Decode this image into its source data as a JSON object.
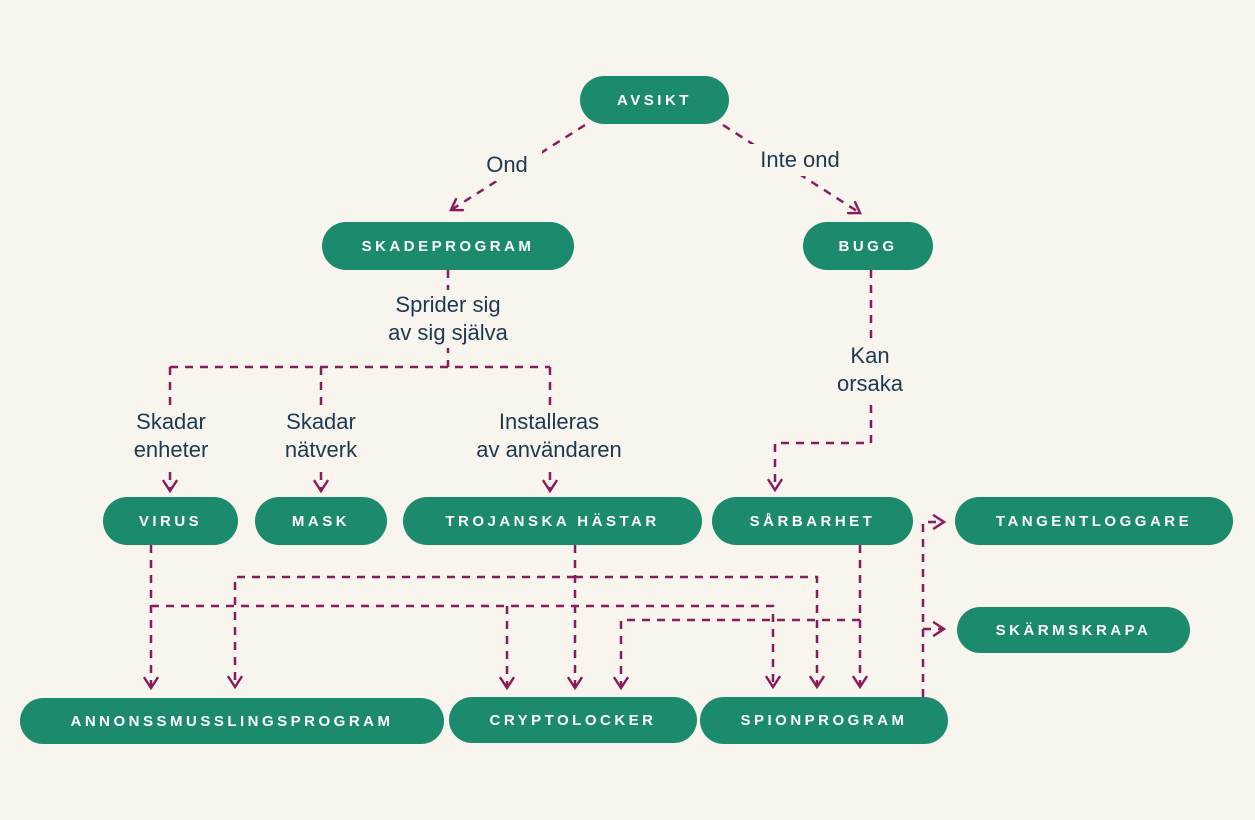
{
  "diagram": {
    "language": "sv",
    "type": "flowchart",
    "colors": {
      "background": "#f8f5ee",
      "node_fill": "#1c8a6c",
      "node_text": "#ffffff",
      "connector": "#8a1c5c",
      "label_text": "#1d3850"
    }
  },
  "nodes": {
    "avsikt": "AVSIKT",
    "skadeprogram": "SKADEPROGRAM",
    "bugg": "BUGG",
    "virus": "VIRUS",
    "mask": "MASK",
    "trojanska_hastar": "TROJANSKA HÄSTAR",
    "sarbarhet": "SÅRBARHET",
    "tangentloggare": "TANGENTLOGGARE",
    "skarmskrapa": "SKÄRMSKRAPA",
    "annonssmusslingsprogram": "ANNONSSMUSSLINGSPROGRAM",
    "cryptolocker": "CRYPTOLOCKER",
    "spionprogram": "SPIONPROGRAM"
  },
  "edge_labels": {
    "ond": "Ond",
    "inte_ond": "Inte ond",
    "sprider_line1": "Sprider sig",
    "sprider_line2": "av sig själva",
    "skadar_enheter_line1": "Skadar",
    "skadar_enheter_line2": "enheter",
    "skadar_natverk_line1": "Skadar",
    "skadar_natverk_line2": "nätverk",
    "installeras_line1": "Installeras",
    "installeras_line2": "av användaren",
    "kan_orsaka_line1": "Kan",
    "kan_orsaka_line2": "orsaka"
  },
  "edges": [
    {
      "from": "AVSIKT",
      "to": "SKADEPROGRAM",
      "label": "Ond"
    },
    {
      "from": "AVSIKT",
      "to": "BUGG",
      "label": "Inte ond"
    },
    {
      "from": "SKADEPROGRAM",
      "to": "VIRUS",
      "label": "Sprider sig av sig själva / Skadar enheter"
    },
    {
      "from": "SKADEPROGRAM",
      "to": "MASK",
      "label": "Sprider sig av sig själva / Skadar nätverk"
    },
    {
      "from": "SKADEPROGRAM",
      "to": "TROJANSKA HÄSTAR",
      "label": "Sprider sig av sig själva / Installeras av användaren"
    },
    {
      "from": "BUGG",
      "to": "SÅRBARHET",
      "label": "Kan orsaka"
    },
    {
      "from": "VIRUS",
      "to": "ANNONSSMUSSLINGSPROGRAM",
      "label": ""
    },
    {
      "from": "VIRUS",
      "to": "CRYPTOLOCKER",
      "label": ""
    },
    {
      "from": "VIRUS",
      "to": "SPIONPROGRAM",
      "label": ""
    },
    {
      "from": "TROJANSKA HÄSTAR",
      "to": "ANNONSSMUSSLINGSPROGRAM",
      "label": ""
    },
    {
      "from": "TROJANSKA HÄSTAR",
      "to": "CRYPTOLOCKER",
      "label": ""
    },
    {
      "from": "TROJANSKA HÄSTAR",
      "to": "SPIONPROGRAM",
      "label": ""
    },
    {
      "from": "SÅRBARHET",
      "to": "CRYPTOLOCKER",
      "label": ""
    },
    {
      "from": "SÅRBARHET",
      "to": "SPIONPROGRAM",
      "label": ""
    },
    {
      "from": "SPIONPROGRAM",
      "to": "TANGENTLOGGARE",
      "label": ""
    },
    {
      "from": "SPIONPROGRAM",
      "to": "SKÄRMSKRAPA",
      "label": ""
    }
  ]
}
